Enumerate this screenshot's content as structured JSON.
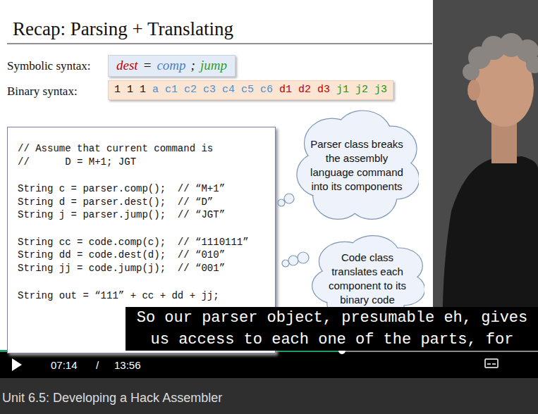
{
  "diagram": {
    "title": "Recap: Parsing + Translating",
    "nodes": [
      {
        "text": [
          "dest",
          "=",
          "comp",
          ";",
          "jump"
        ]
      },
      {
        "text": [
          "1 1 1",
          "a",
          "c1 c2 c3 c4 c5 c6",
          "d1 d2 d3",
          "j1 j2 j3"
        ]
      },
      {
        "text": [
          "Parser class breaks the assembly language command into its components"
        ]
      },
      {
        "text": [
          "// Assume that current command is",
          "//      D = M+1; JGT",
          "String c = parser.comp();  // “M+1”",
          "String d = parser.dest();  // “D”",
          "String j = parser.jump();  // “JGT”",
          "String cc = code.comp(c);  // “1110111”",
          "String dd = code.dest(d);  // “010”",
          "String jj = code.jump(j);  // “001”",
          "String out = “111” + cc + dd + jj;"
        ]
      },
      {
        "text": [
          "Code class translates each component to its binary code"
        ]
      }
    ],
    "labels": [
      "Symbolic syntax:",
      "Binary syntax:",
      "So our parser object, presumable eh, gives us access to each one of the parts, for",
      "07:14",
      "/",
      "13:56",
      "Unit 6.5: Developing a Hack Assembler"
    ]
  }
}
